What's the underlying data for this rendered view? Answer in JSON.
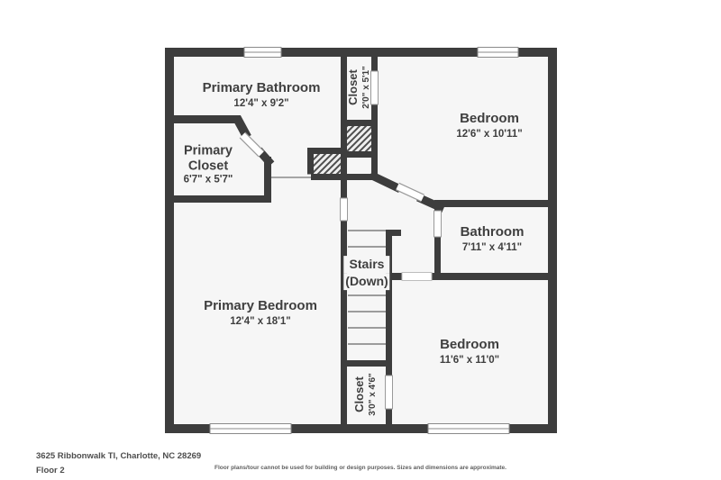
{
  "meta": {
    "type": "floor-plan",
    "wall_color": "#3d3d3d",
    "floor_color": "#f6f6f6",
    "label_color": "#3f3f3f",
    "background_color": "#ffffff"
  },
  "rooms": [
    {
      "id": "primary-bathroom",
      "label": "Primary Bathroom",
      "dimensions": "12'4\" x 9'2\""
    },
    {
      "id": "closet-top",
      "label": "Closet",
      "dimensions": "2'0\" x 5'1\""
    },
    {
      "id": "bedroom-top",
      "label": "Bedroom",
      "dimensions": "12'6\" x 10'11\""
    },
    {
      "id": "primary-closet",
      "label": "Primary Closet",
      "dimensions": "6'7\" x 5'7\""
    },
    {
      "id": "bathroom",
      "label": "Bathroom",
      "dimensions": "7'11\" x 4'11\""
    },
    {
      "id": "stairs",
      "label": "Stairs",
      "sublabel": "(Down)"
    },
    {
      "id": "primary-bedroom",
      "label": "Primary Bedroom",
      "dimensions": "12'4\" x 18'1\""
    },
    {
      "id": "bedroom-bottom",
      "label": "Bedroom",
      "dimensions": "11'6\" x 11'0\""
    },
    {
      "id": "closet-bottom",
      "label": "Closet",
      "dimensions": "3'0\" x 4'6\""
    }
  ],
  "footer": {
    "address": "3625 Ribbonwalk Tl, Charlotte, NC 28269",
    "floor": "Floor 2",
    "disclaimer": "Floor plans/tour cannot be used for building or design purposes. Sizes and dimensions are approximate."
  }
}
